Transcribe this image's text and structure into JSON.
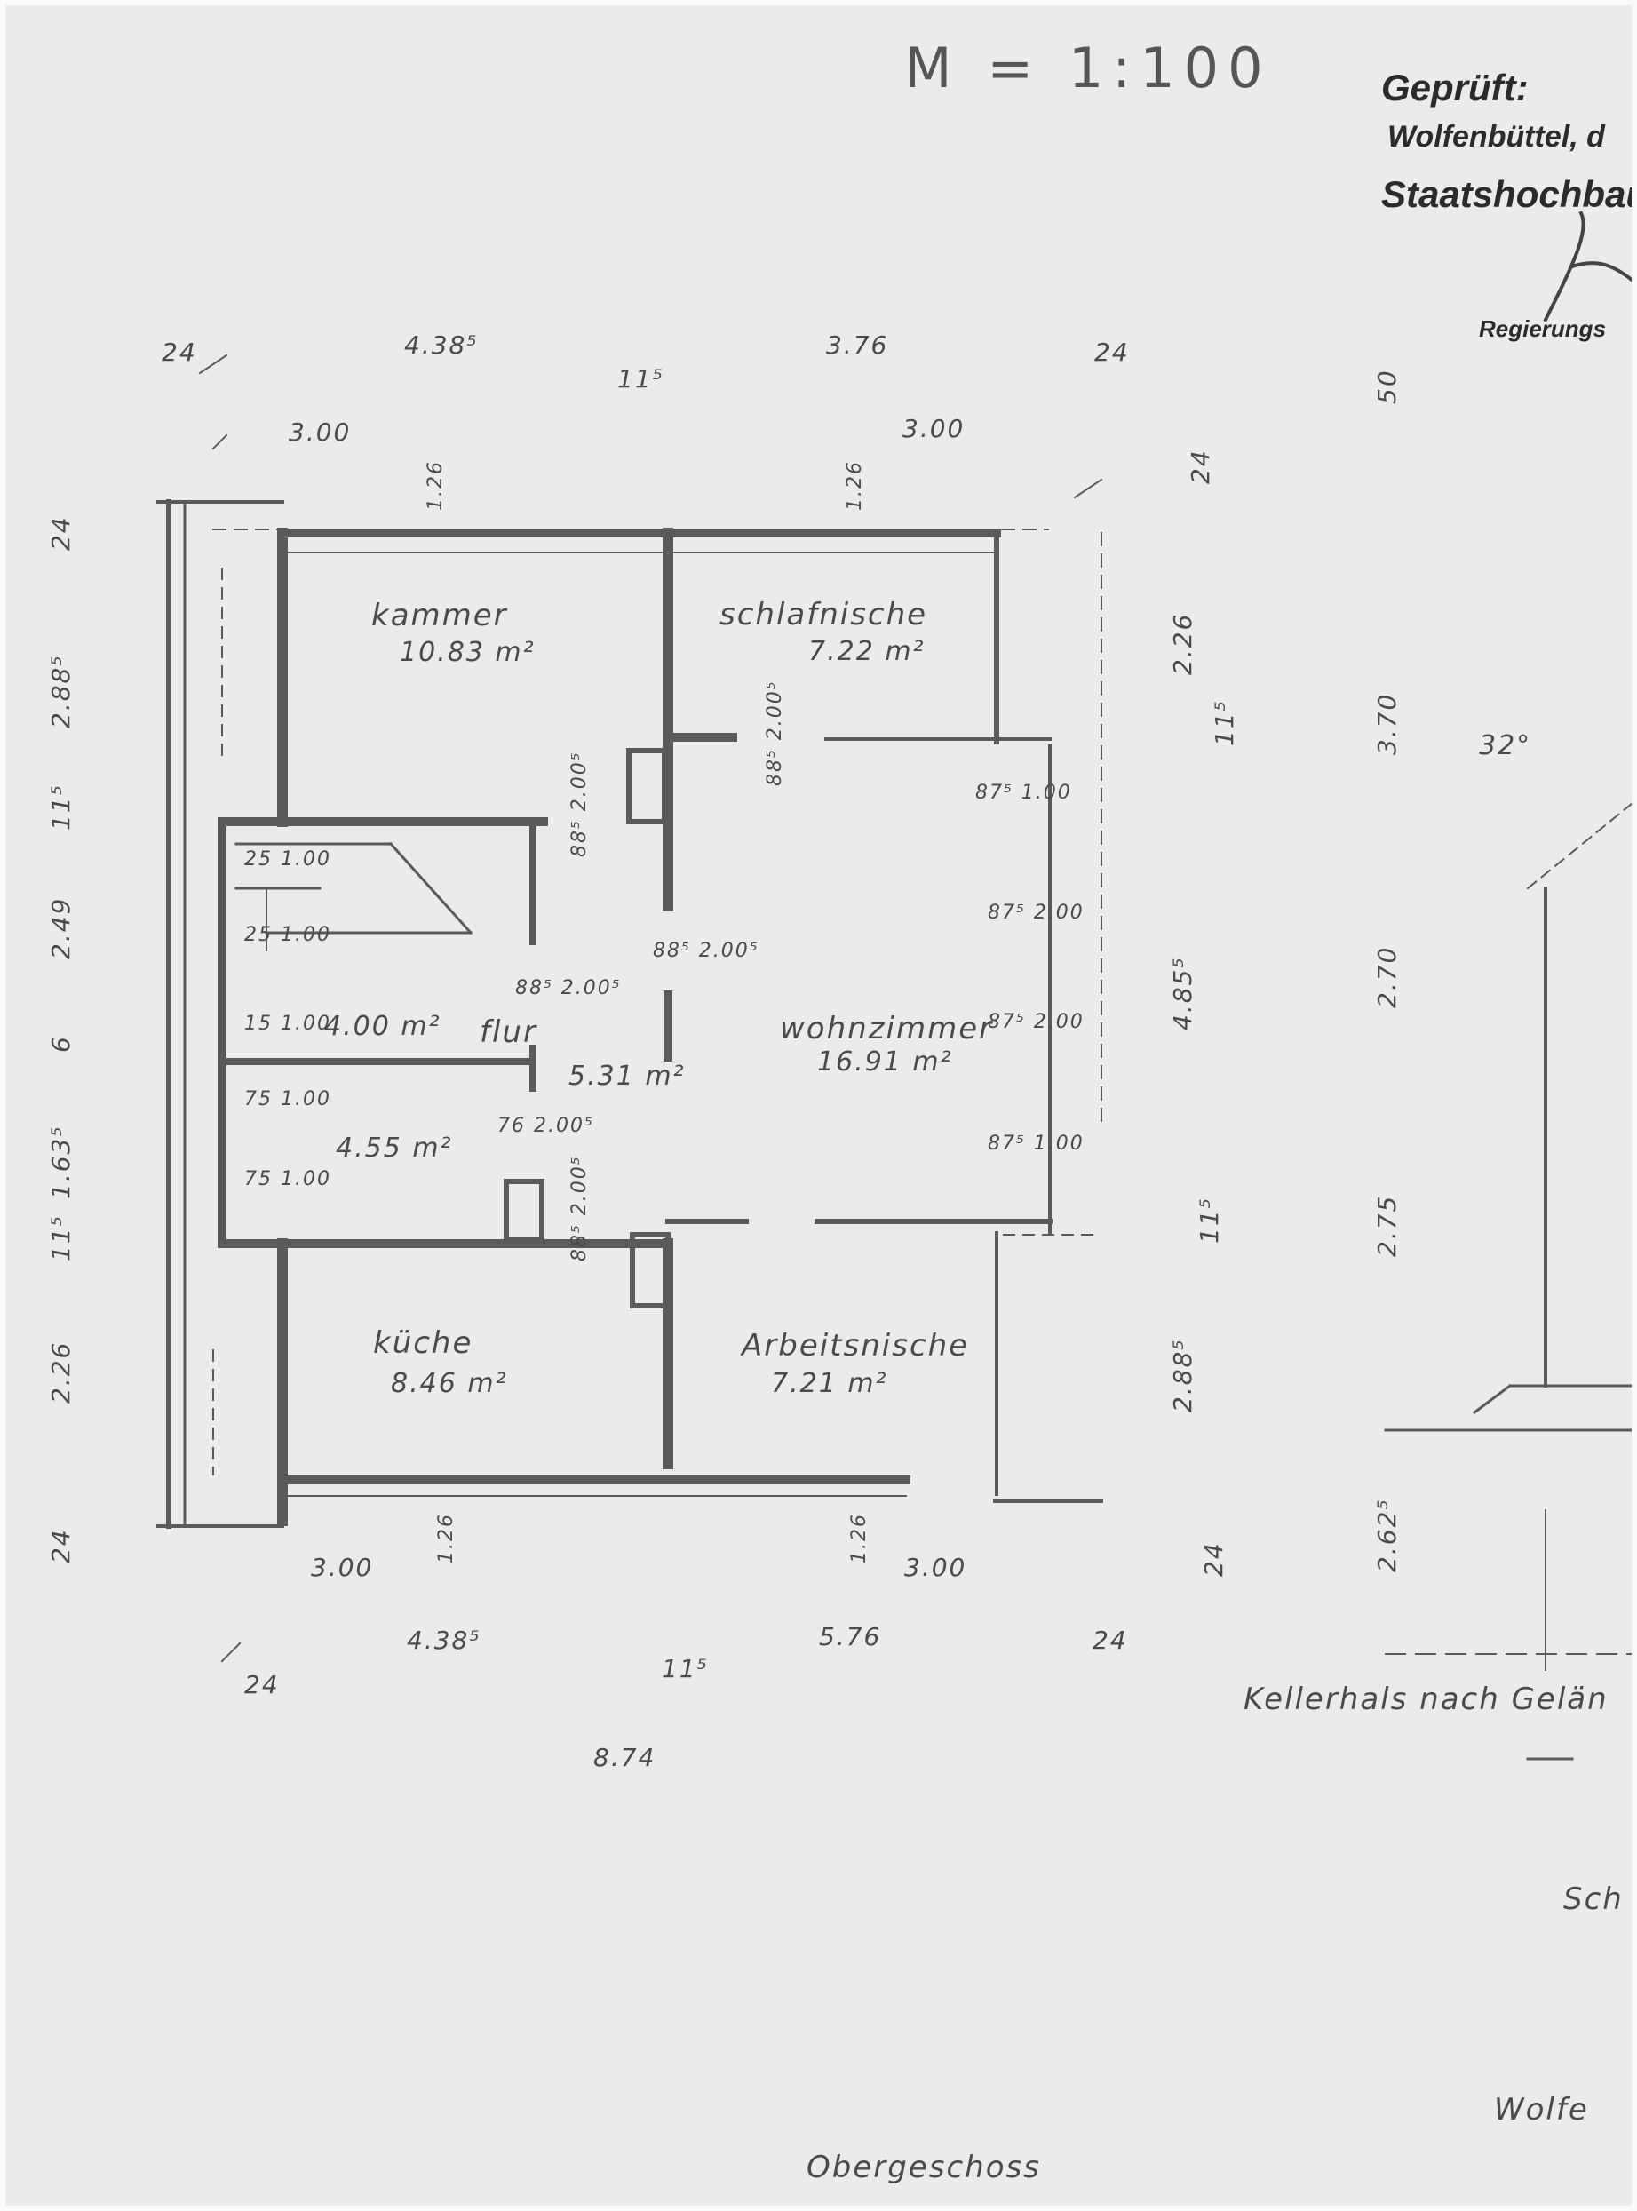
{
  "scale": "M = 1:100",
  "stamp": {
    "line1": "Geprüft:",
    "line2": "Wolfenbüttel, d",
    "line3": "Staatshochbau",
    "line4": "Regierungs"
  },
  "rooms": {
    "kammer": {
      "name": "kammer",
      "area": "10.83 m²"
    },
    "schlafnische": {
      "name": "schlafnische",
      "area": "7.22 m²"
    },
    "wohnzimmer": {
      "name": "wohnzimmer",
      "area": "16.91 m²"
    },
    "flur": {
      "name": "flur",
      "area": "5.31 m²"
    },
    "kueche": {
      "name": "küche",
      "area": "8.46 m²"
    },
    "arbeitsnische": {
      "name": "Arbeitsnische",
      "area": "7.21 m²"
    },
    "stair": {
      "area": "4.00 m²"
    },
    "bath": {
      "area": "4.55 m²"
    }
  },
  "dims_top": {
    "a": "24",
    "b": "4.38⁵",
    "c": "11⁵",
    "d": "3.76",
    "e": "24",
    "f": "3.00",
    "g": "3.00"
  },
  "dims_bottom": {
    "a": "3.00",
    "b": "3.00",
    "c": "4.38⁵",
    "d": "5.76",
    "e": "24",
    "f": "24",
    "g": "11⁵",
    "total": "8.74"
  },
  "dims_left": {
    "a": "24",
    "b": "2.88⁵",
    "c": "11⁵",
    "d": "2.49",
    "e": "6",
    "f": "1.63⁵",
    "g": "11⁵",
    "h": "2.26",
    "i": "24"
  },
  "dims_right": {
    "a": "24",
    "b": "2.26",
    "c": "11⁵",
    "d": "4.85⁵",
    "e": "11⁵",
    "f": "2.88⁵",
    "g": "24"
  },
  "dims_far_right": {
    "a": "50",
    "b": "3.70",
    "c": "2.70",
    "d": "2.75",
    "e": "2.62⁵"
  },
  "angle": "32°",
  "openings": {
    "w1": "1.26",
    "w2": "1.26",
    "w3": "1.26",
    "w4": "1.26",
    "d1": "88⁵ 2.00⁵",
    "d2": "88⁵ 2.00⁵",
    "d3": "88⁵ 2.00⁵",
    "d4": "88⁵ 2.00⁵",
    "d5": "88⁵ 2.00⁵",
    "s1": "87⁵ 1.00",
    "s2": "87⁵ 2.00",
    "s3": "87⁵ 2.00",
    "s4": "87⁵ 1.00",
    "b1": "76 2.00⁵"
  },
  "stair_steps": [
    "25 1.00",
    "25 1.00",
    "15 1.00",
    "75 1.00",
    "75 1.00"
  ],
  "notes": {
    "keller": "Kellerhals nach Gelän",
    "sch": "Sch",
    "wolfe": "Wolfe"
  },
  "floor": "Obergeschoss"
}
